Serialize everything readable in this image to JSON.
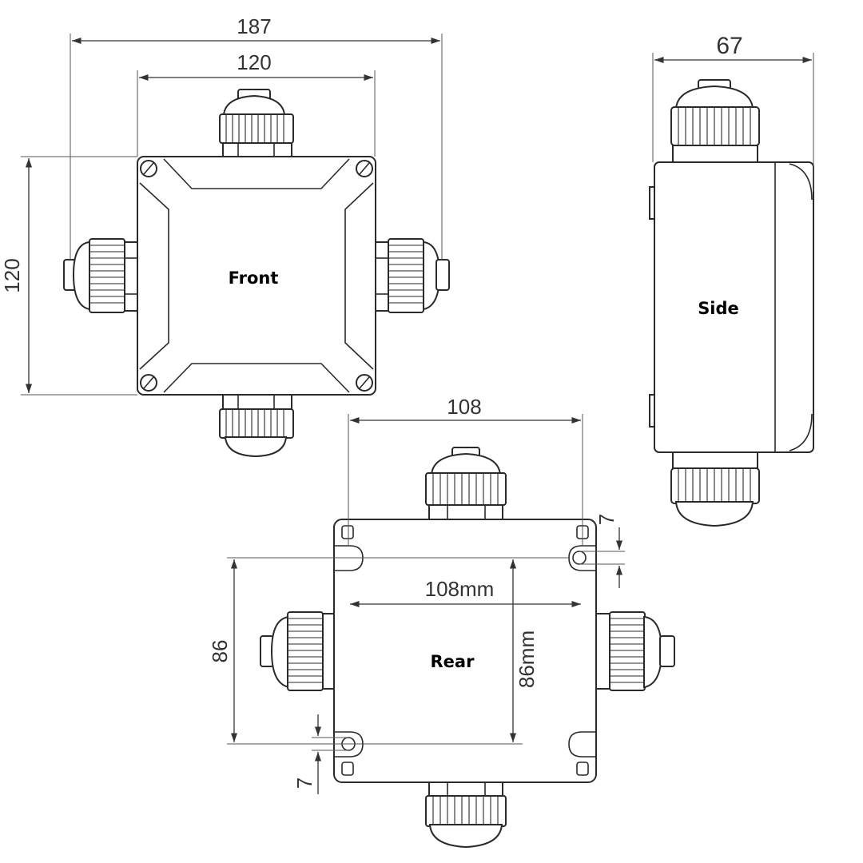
{
  "views": {
    "front": "Front",
    "side": "Side",
    "rear": "Rear"
  },
  "dimensions": {
    "front_overall_width": "187",
    "front_body_width": "120",
    "front_body_height": "120",
    "side_depth": "67",
    "rear_width": "108",
    "rear_hole_spacing_horizontal": "108mm",
    "rear_hole_spacing_vertical": "86mm",
    "rear_height": "86",
    "rear_slot_top": "7",
    "rear_slot_bottom": "7"
  }
}
